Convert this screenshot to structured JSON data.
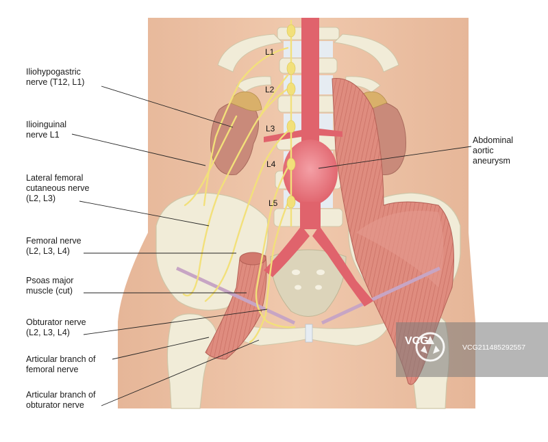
{
  "labels": [
    {
      "id": "iliohypogastric",
      "text": "Iliohypogastric\nnerve (T12, L1)"
    },
    {
      "id": "ilioinguinal",
      "text": "Ilioinguinal\nnerve L1"
    },
    {
      "id": "lateral-femoral",
      "text": "Lateral femoral\ncutaneous nerve\n(L2, L3)"
    },
    {
      "id": "femoral",
      "text": "Femoral nerve\n(L2, L3, L4)"
    },
    {
      "id": "psoas",
      "text": "Psoas major\nmuscle (cut)"
    },
    {
      "id": "obturator",
      "text": "Obturator nerve\n(L2, L3, L4)"
    },
    {
      "id": "articular-femoral",
      "text": "Articular branch of\nfemoral nerve"
    },
    {
      "id": "articular-obturator",
      "text": "Articular branch of\nobturator nerve"
    },
    {
      "id": "aneurysm",
      "text": "Abdominal\naortic\naneurysm"
    }
  ],
  "vertebrae": [
    "L1",
    "L2",
    "L3",
    "L4",
    "L5"
  ],
  "watermark": {
    "brand": "VCG",
    "id": "VCG211485292557"
  },
  "colors": {
    "skin": "#eabfa2",
    "bone": "#f1ecd8",
    "artery": "#e0636c",
    "nerve": "#f2e07a",
    "muscle": "#d98275",
    "kidney": "#c98a7a"
  }
}
